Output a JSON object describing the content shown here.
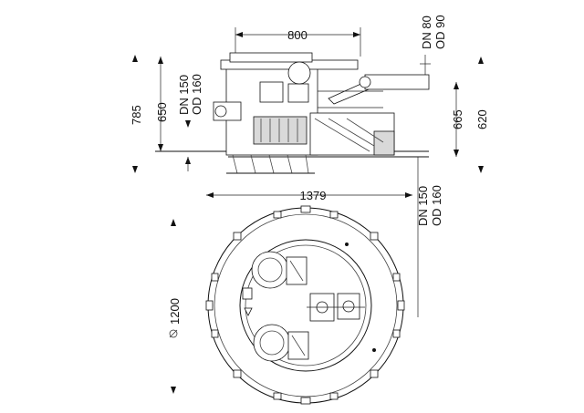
{
  "dimensions": {
    "top_width": "800",
    "inlet_side": [
      "DN 80",
      "OD 90"
    ],
    "left_pipe": [
      "DN 150",
      "OD 160"
    ],
    "height_785": "785",
    "height_650": "650",
    "height_665": "665",
    "height_620": "620",
    "overall_width": "1379",
    "right_pipe": [
      "DN 150",
      "OD 160"
    ],
    "diameter": "1200"
  },
  "symbols": {
    "diameter_symbol": "diameter-icon"
  },
  "colors": {
    "ink": "#111111",
    "background": "#ffffff"
  }
}
